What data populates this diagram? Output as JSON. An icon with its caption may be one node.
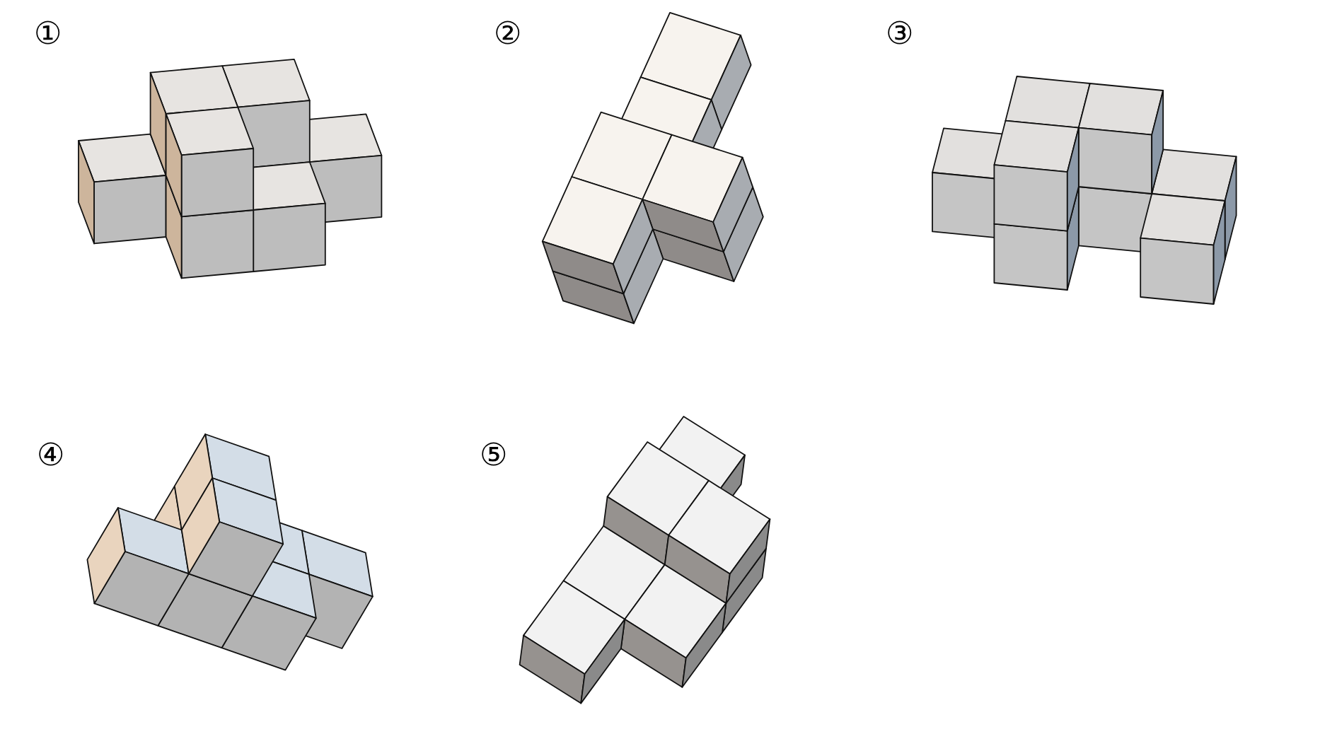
{
  "diagram": {
    "labels": [
      "①",
      "②",
      "③",
      "④",
      "⑤"
    ]
  }
}
